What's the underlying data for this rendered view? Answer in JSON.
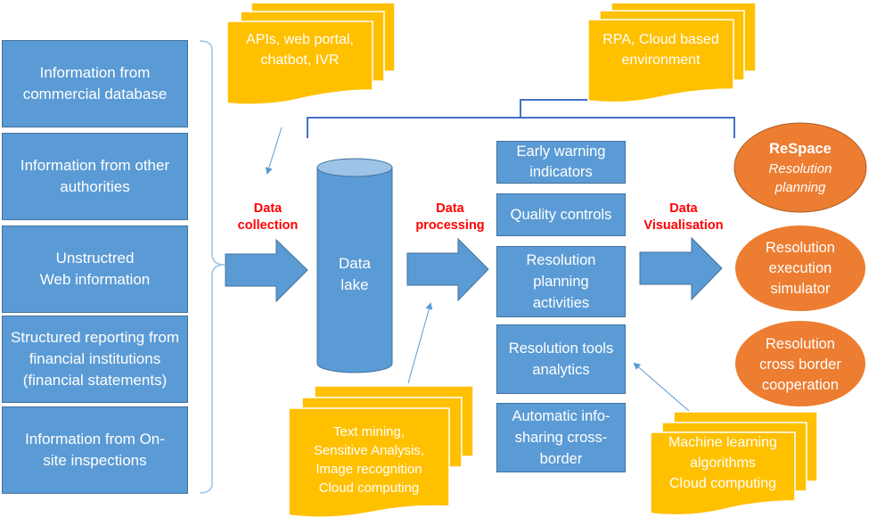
{
  "colors": {
    "box_blue": "#5b9bd5",
    "box_border": "#41719c",
    "doc_yellow": "#ffc000",
    "ellipse_orange": "#ed7d31",
    "label_red": "#ff0000",
    "connector_blue": "#4472c4"
  },
  "sources": [
    {
      "label": "Information from commercial database"
    },
    {
      "label": "Information from other authorities"
    },
    {
      "label": "Unstructred Web information"
    },
    {
      "label": "Structured reporting from financial institutions (financial statements)"
    },
    {
      "label": "Information from On-site inspections"
    }
  ],
  "documents": {
    "apis": {
      "line1": "APIs, web portal,",
      "line2": "chatbot, IVR"
    },
    "rpa": {
      "line1": "RPA, Cloud based",
      "line2": "environment"
    },
    "text_mining": {
      "line1": "Text mining,",
      "line2": "Sensitive Analysis,",
      "line3": "Image recognition",
      "line4": "Cloud computing"
    },
    "ml": {
      "line1": "Machine learning",
      "line2": "algorithms",
      "line3": "Cloud computing"
    }
  },
  "stages": {
    "collection": {
      "line1": "Data",
      "line2": "collection"
    },
    "processing": {
      "line1": "Data",
      "line2": "processing"
    },
    "visualisation": {
      "line1": "Data",
      "line2": "Visualisation"
    }
  },
  "data_lake": {
    "line1": "Data",
    "line2": "lake"
  },
  "activities": [
    {
      "label": "Early warning indicators"
    },
    {
      "label": "Quality controls"
    },
    {
      "label": "Resolution planning activities"
    },
    {
      "label": "Resolution tools analytics"
    },
    {
      "label": "Automatic info-sharing cross-border"
    }
  ],
  "outputs": {
    "respace": {
      "title": "ReSpace",
      "subtitle_line1": "Resolution",
      "subtitle_line2": "planning"
    },
    "simulator": {
      "line1": "Resolution",
      "line2": "execution",
      "line3": "simulator"
    },
    "cooperation": {
      "line1": "Resolution",
      "line2": "cross border",
      "line3": "cooperation"
    }
  }
}
